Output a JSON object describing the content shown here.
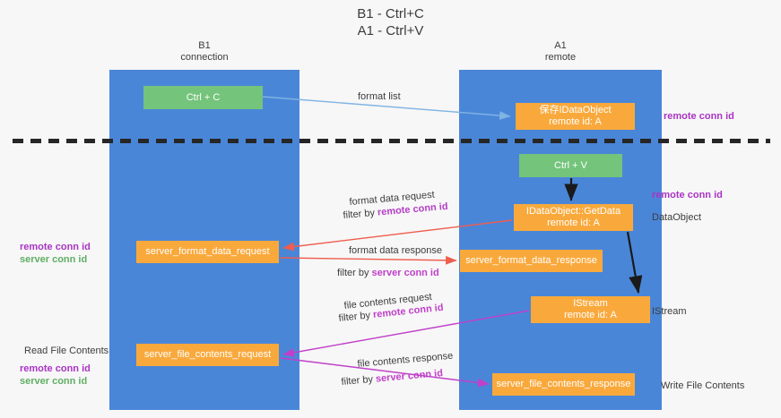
{
  "title": "B1 - Ctrl+C\nA1 - Ctrl+V",
  "columns": [
    {
      "name": "B1",
      "sub": "connection",
      "label": "B1\nconnection"
    },
    {
      "name": "A1",
      "sub": "remote",
      "label": "A1\nremote"
    }
  ],
  "nodes": [
    {
      "id": "ctrlc",
      "label": "Ctrl + C",
      "color": "green"
    },
    {
      "id": "idataobj",
      "label": "保存IDataObject\nremote id: A",
      "color": "orange"
    },
    {
      "id": "ctrlv",
      "label": "Ctrl + V",
      "color": "green"
    },
    {
      "id": "getdata",
      "label": "IDataObject::GetData\nremote id: A",
      "color": "orange"
    },
    {
      "id": "sfdreq",
      "label": "server_format_data_request",
      "color": "orange"
    },
    {
      "id": "sfdresp",
      "label": "server_format_data_response",
      "color": "orange"
    },
    {
      "id": "istream",
      "label": "IStream\nremote id: A",
      "color": "orange"
    },
    {
      "id": "sfcreq",
      "label": "server_file_contents_request",
      "color": "orange"
    },
    {
      "id": "sfcresp",
      "label": "server_file_contents_response",
      "color": "orange"
    }
  ],
  "edge_labels": {
    "format_list": "format list",
    "format_data_request": "format data request",
    "format_data_request_filter_pre": "filter by ",
    "format_data_request_filter_key": "remote conn id",
    "format_data_response": "format data response",
    "format_data_response_filter_pre": "filter by ",
    "format_data_response_filter_key": "server conn id",
    "file_contents_request": "file contents request",
    "file_contents_request_filter_pre": "filter by ",
    "file_contents_request_filter_key": "remote conn id",
    "file_contents_response": "file contents response",
    "file_contents_response_filter_pre": "filter by ",
    "file_contents_response_filter_key": "server conn id"
  },
  "annotations": {
    "right_remote_conn_id_top": "remote conn id",
    "right_remote_conn_id_mid": "remote conn id",
    "right_dataobject": "DataObject",
    "right_istream": "IStream",
    "right_write_file_contents": "Write File Contents",
    "left_remote_conn_id": "remote conn id",
    "left_server_conn_id": "server conn id",
    "left_read_file_contents": "Read File Contents",
    "left_remote_conn_id_2": "remote conn id",
    "left_server_conn_id_2": "server conn id"
  },
  "colors": {
    "lane": "#4a86d8",
    "green_node": "#74c47b",
    "orange_node": "#f9a93c",
    "purple_text": "#a934c4",
    "green_text": "#5fae63",
    "arrow_blue": "#7fb3e3",
    "arrow_red": "#ef5d4e",
    "arrow_magenta": "#c040c9",
    "arrow_black": "#1a1a1a",
    "background": "#f7f7f7"
  }
}
